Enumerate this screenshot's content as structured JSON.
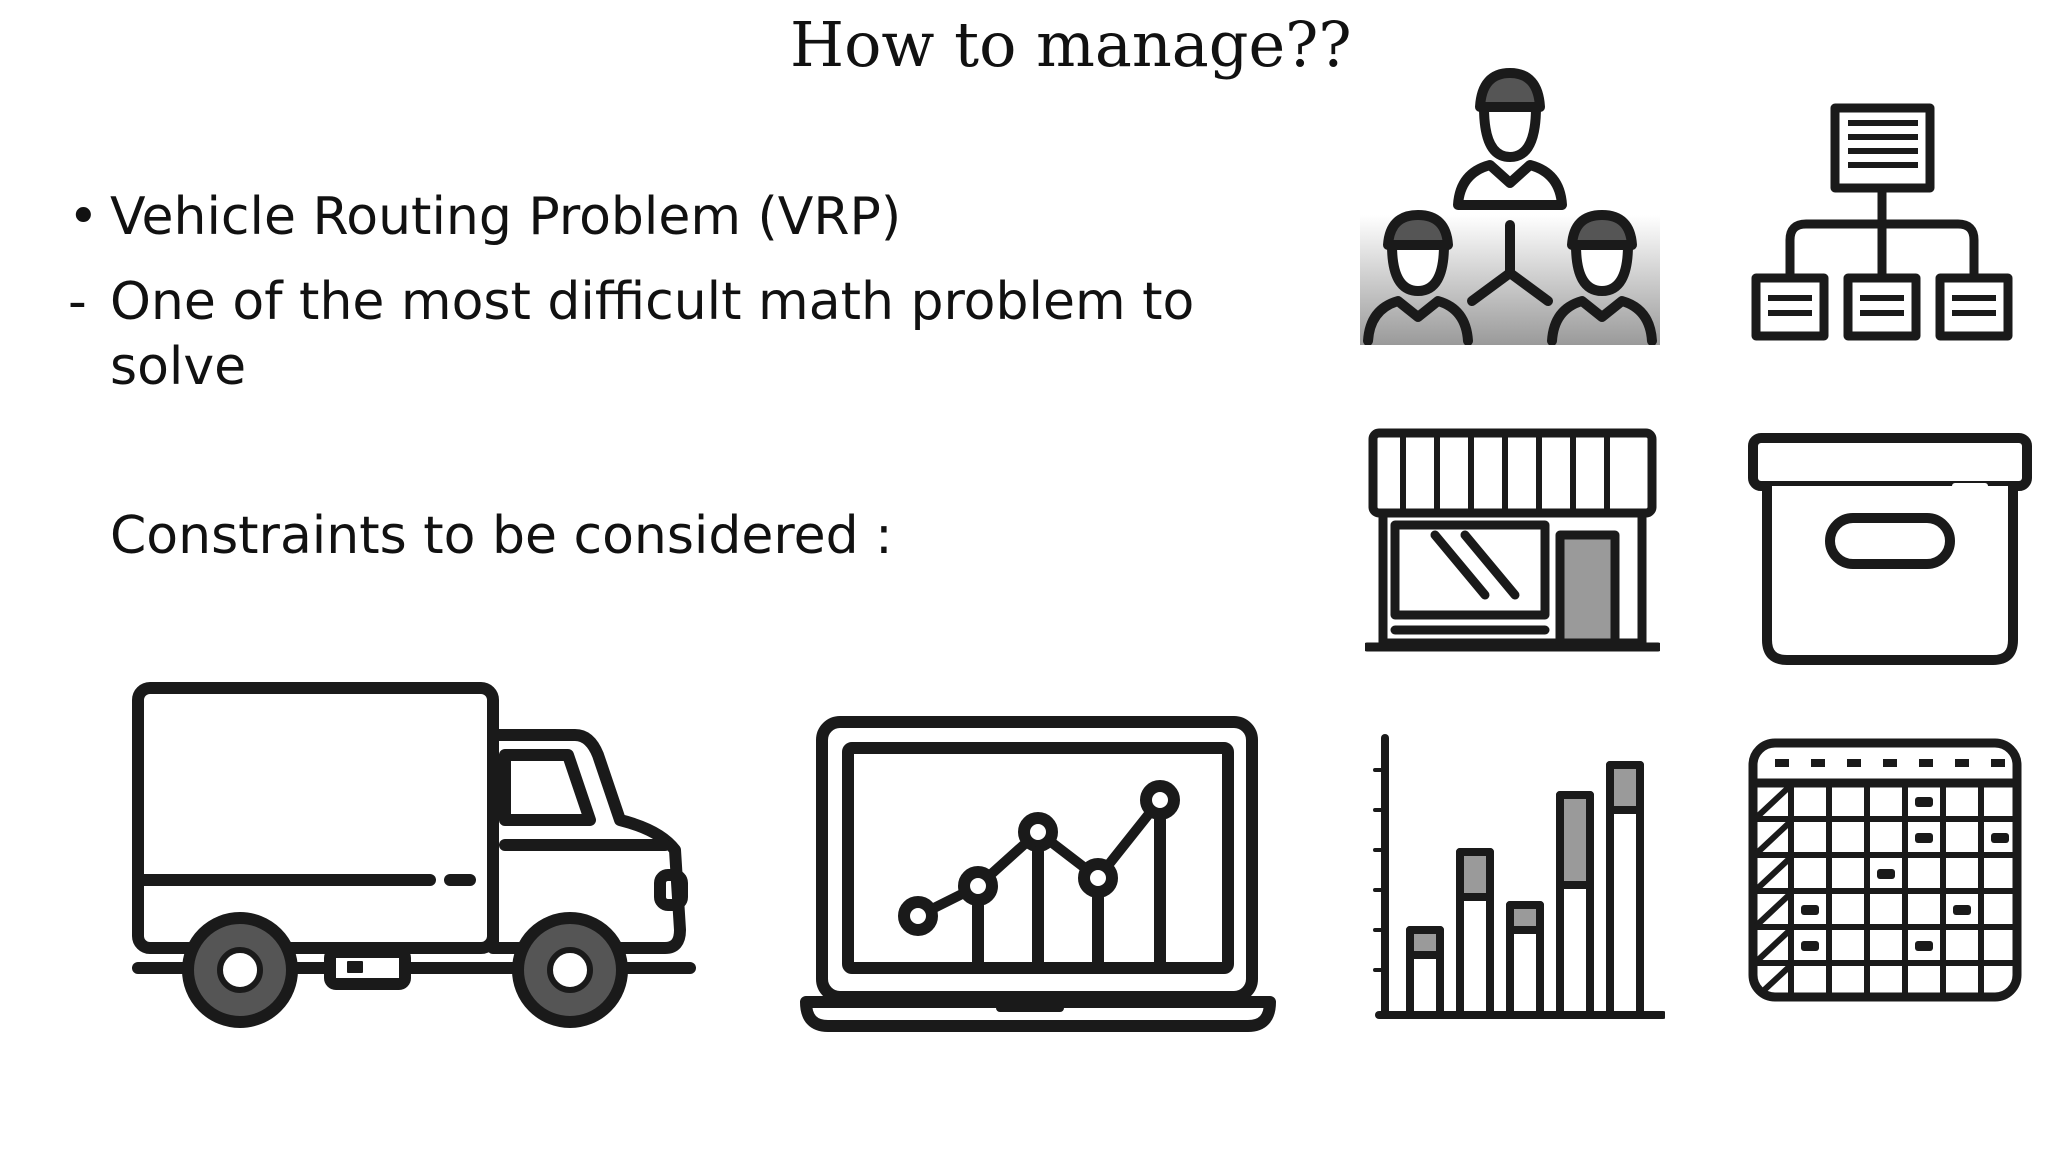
{
  "slide": {
    "title": "How to manage??",
    "bullets": [
      {
        "marker": "•",
        "text": "Vehicle Routing Problem (VRP)"
      },
      {
        "marker": "-",
        "text": "One of the most difficult math problem to solve"
      }
    ],
    "constraints_label": "Constraints to be considered :"
  },
  "icons": [
    "truck-icon",
    "laptop-chart-icon",
    "team-hierarchy-icon",
    "org-structure-icon",
    "store-icon",
    "storage-box-icon",
    "bar-chart-icon",
    "calendar-grid-icon"
  ],
  "colors": {
    "text": "#111111",
    "icon_stroke": "#1a1a1a",
    "icon_fill_gray": "#9a9a9a",
    "background": "#ffffff"
  }
}
